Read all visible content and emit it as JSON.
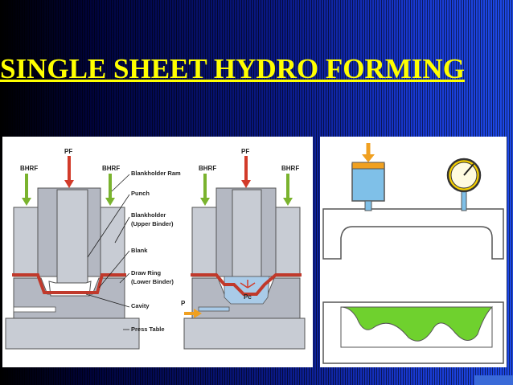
{
  "slide": {
    "title": "SINGLE SHEET HYDRO FORMING"
  },
  "left_diagram": {
    "force_labels": {
      "bhrf_1": "BHRF",
      "pf_1": "PF",
      "bhrf_2": "BHRF",
      "bhrf_3": "BHRF",
      "pf_2": "PF",
      "bhrf_4": "BHRF",
      "p_subscript": "P",
      "pc": "Pc"
    },
    "part_labels": {
      "blankholder_ram": "Blankholder Ram",
      "punch": "Punch",
      "blankholder_1": "Blankholder",
      "blankholder_2": "(Upper Binder)",
      "blank": "Blank",
      "draw_ring_1": "Draw Ring",
      "draw_ring_2": "(Lower Binder)",
      "cavity": "Cavity",
      "press_table": "Press Table"
    }
  },
  "colors": {
    "die_gray": "#c8ccd4",
    "die_dark": "#9a9ea8",
    "blank_red": "#c0392b",
    "arrow_green": "#7ab32e",
    "arrow_red": "#d23b2a",
    "arrow_orange": "#f0a020",
    "fluid_blue": "#a9cbe8",
    "cylinder_blue": "#7fc0e8",
    "green_fill": "#6fd12e"
  }
}
